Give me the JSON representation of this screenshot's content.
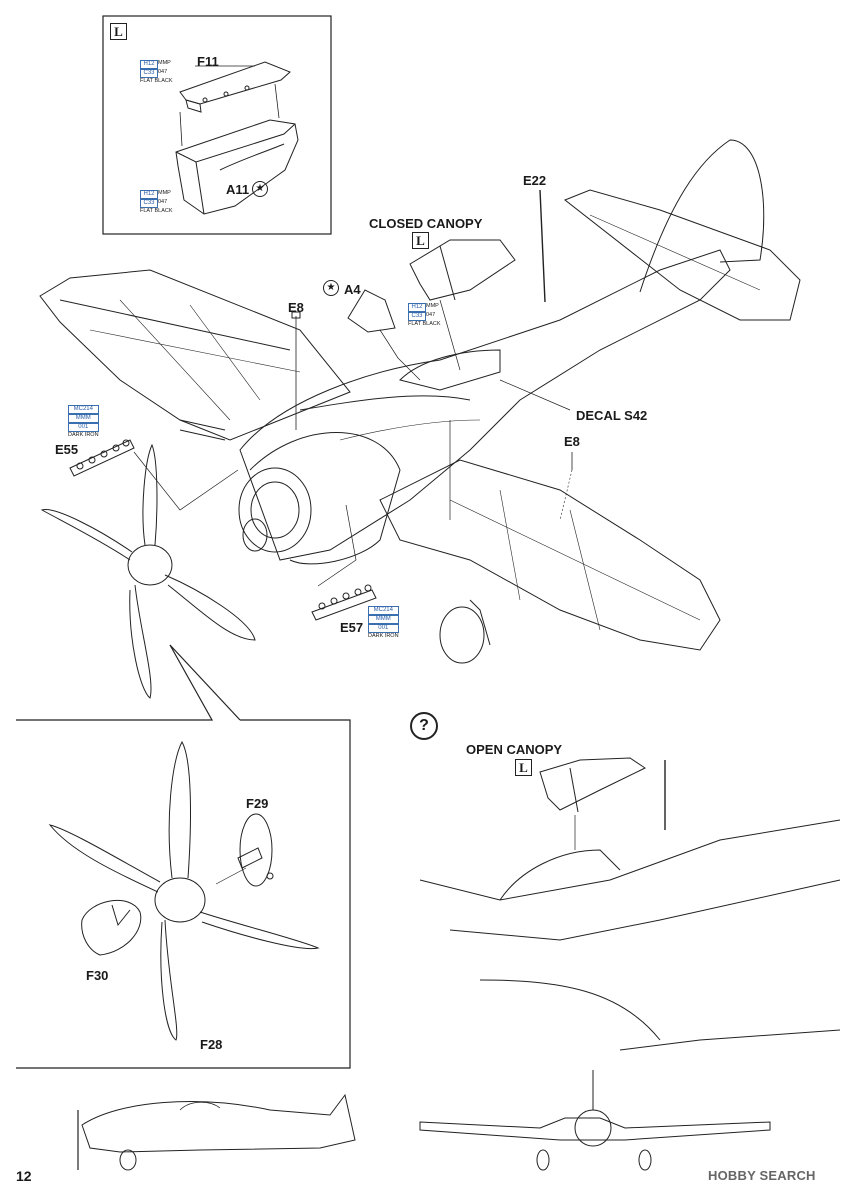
{
  "page_number": "12",
  "watermark": "HOBBY SEARCH",
  "inset_box_badge": "L",
  "parts": {
    "f11": "F11",
    "a11": "A11",
    "e22": "E22",
    "a4": "A4",
    "e8_top": "E8",
    "e8_right": "E8",
    "e55": "E55",
    "e57": "E57",
    "f29": "F29",
    "f30": "F30",
    "f28": "F28"
  },
  "labels": {
    "closed_canopy": "CLOSED CANOPY",
    "open_canopy": "OPEN CANOPY",
    "decal": "DECAL S42",
    "closed_badge": "L",
    "open_badge": "L",
    "question": "?"
  },
  "paint_callouts": {
    "flat_black_1": {
      "top": [
        "H12",
        "MMP"
      ],
      "bottom": [
        "C33",
        "047"
      ],
      "name": "FLAT BLACK"
    },
    "flat_black_2": {
      "top": [
        "H12",
        "MMP"
      ],
      "bottom": [
        "C33",
        "047"
      ],
      "name": "FLAT BLACK"
    },
    "flat_black_3": {
      "top": [
        "H12",
        "MMP"
      ],
      "bottom": [
        "C33",
        "047"
      ],
      "name": "FLAT BLACK"
    },
    "dark_iron_1": {
      "top": [
        "MC214"
      ],
      "mid": [
        "MMM"
      ],
      "bottom": [
        "001"
      ],
      "name": "DARK IRON"
    },
    "dark_iron_2": {
      "top": [
        "MC214"
      ],
      "mid": [
        "MMM"
      ],
      "bottom": [
        "001"
      ],
      "name": "DARK IRON"
    }
  },
  "icons": {
    "star_a11": "star-in-circle-icon",
    "star_a4": "star-in-circle-icon"
  },
  "colors": {
    "line": "#222222",
    "paint_box": "#3a6fb0"
  }
}
